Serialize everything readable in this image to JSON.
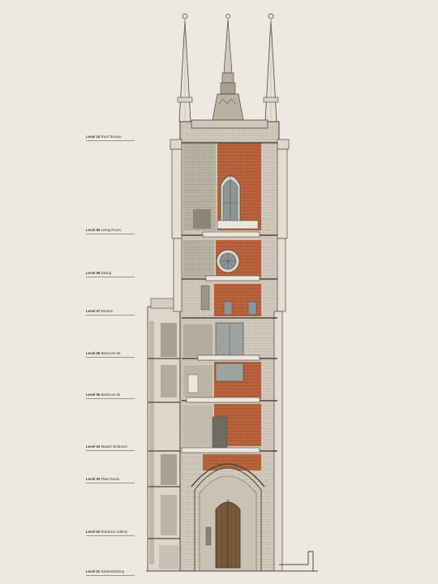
{
  "levels": [
    {
      "code": "Level 10",
      "name": "Roof Terrace"
    },
    {
      "code": "Level 09",
      "name": "Living Room"
    },
    {
      "code": "Level 08",
      "name": "Dining"
    },
    {
      "code": "Level 07",
      "name": "Kitchen"
    },
    {
      "code": "Level 06",
      "name": "Bedroom 03"
    },
    {
      "code": "Level 05",
      "name": "Bedroom 02"
    },
    {
      "code": "Level 04",
      "name": "Master Bedroom"
    },
    {
      "code": "Level 03",
      "name": "Plant Room"
    },
    {
      "code": "Level 02",
      "name": "Entrance Gallery"
    },
    {
      "code": "Level 01",
      "name": "Kitchen/Dining"
    }
  ],
  "colors": {
    "background": "#ede9e1",
    "brick": "#b5603a",
    "stone": "#cfc8bb",
    "stone_dark": "#a8a091",
    "wood": "#7b5a3c",
    "line": "#4d4640"
  }
}
